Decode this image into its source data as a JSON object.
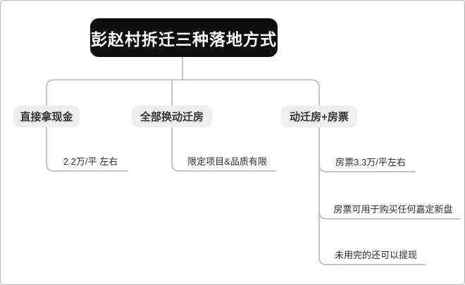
{
  "title": "彭赵村拆迁三种落地方式",
  "branches": [
    {
      "label": "直接拿现金",
      "children": [
        "2.2万/平 左右"
      ]
    },
    {
      "label": "全部换动迁房",
      "children": [
        "限定项目&品质有限"
      ]
    },
    {
      "label": "动迁房+房票",
      "children": [
        "房票3.3万/平左右",
        "房票可用于购买任何嘉定新盘",
        "未用完的还可以提现"
      ]
    }
  ],
  "colors": {
    "root_bg": "#0e0e0e",
    "root_text": "#ffffff",
    "branch_bg": "#efefef",
    "branch_text": "#333333",
    "line": "#b3b3b3",
    "canvas_border": "#b9b9b9"
  }
}
